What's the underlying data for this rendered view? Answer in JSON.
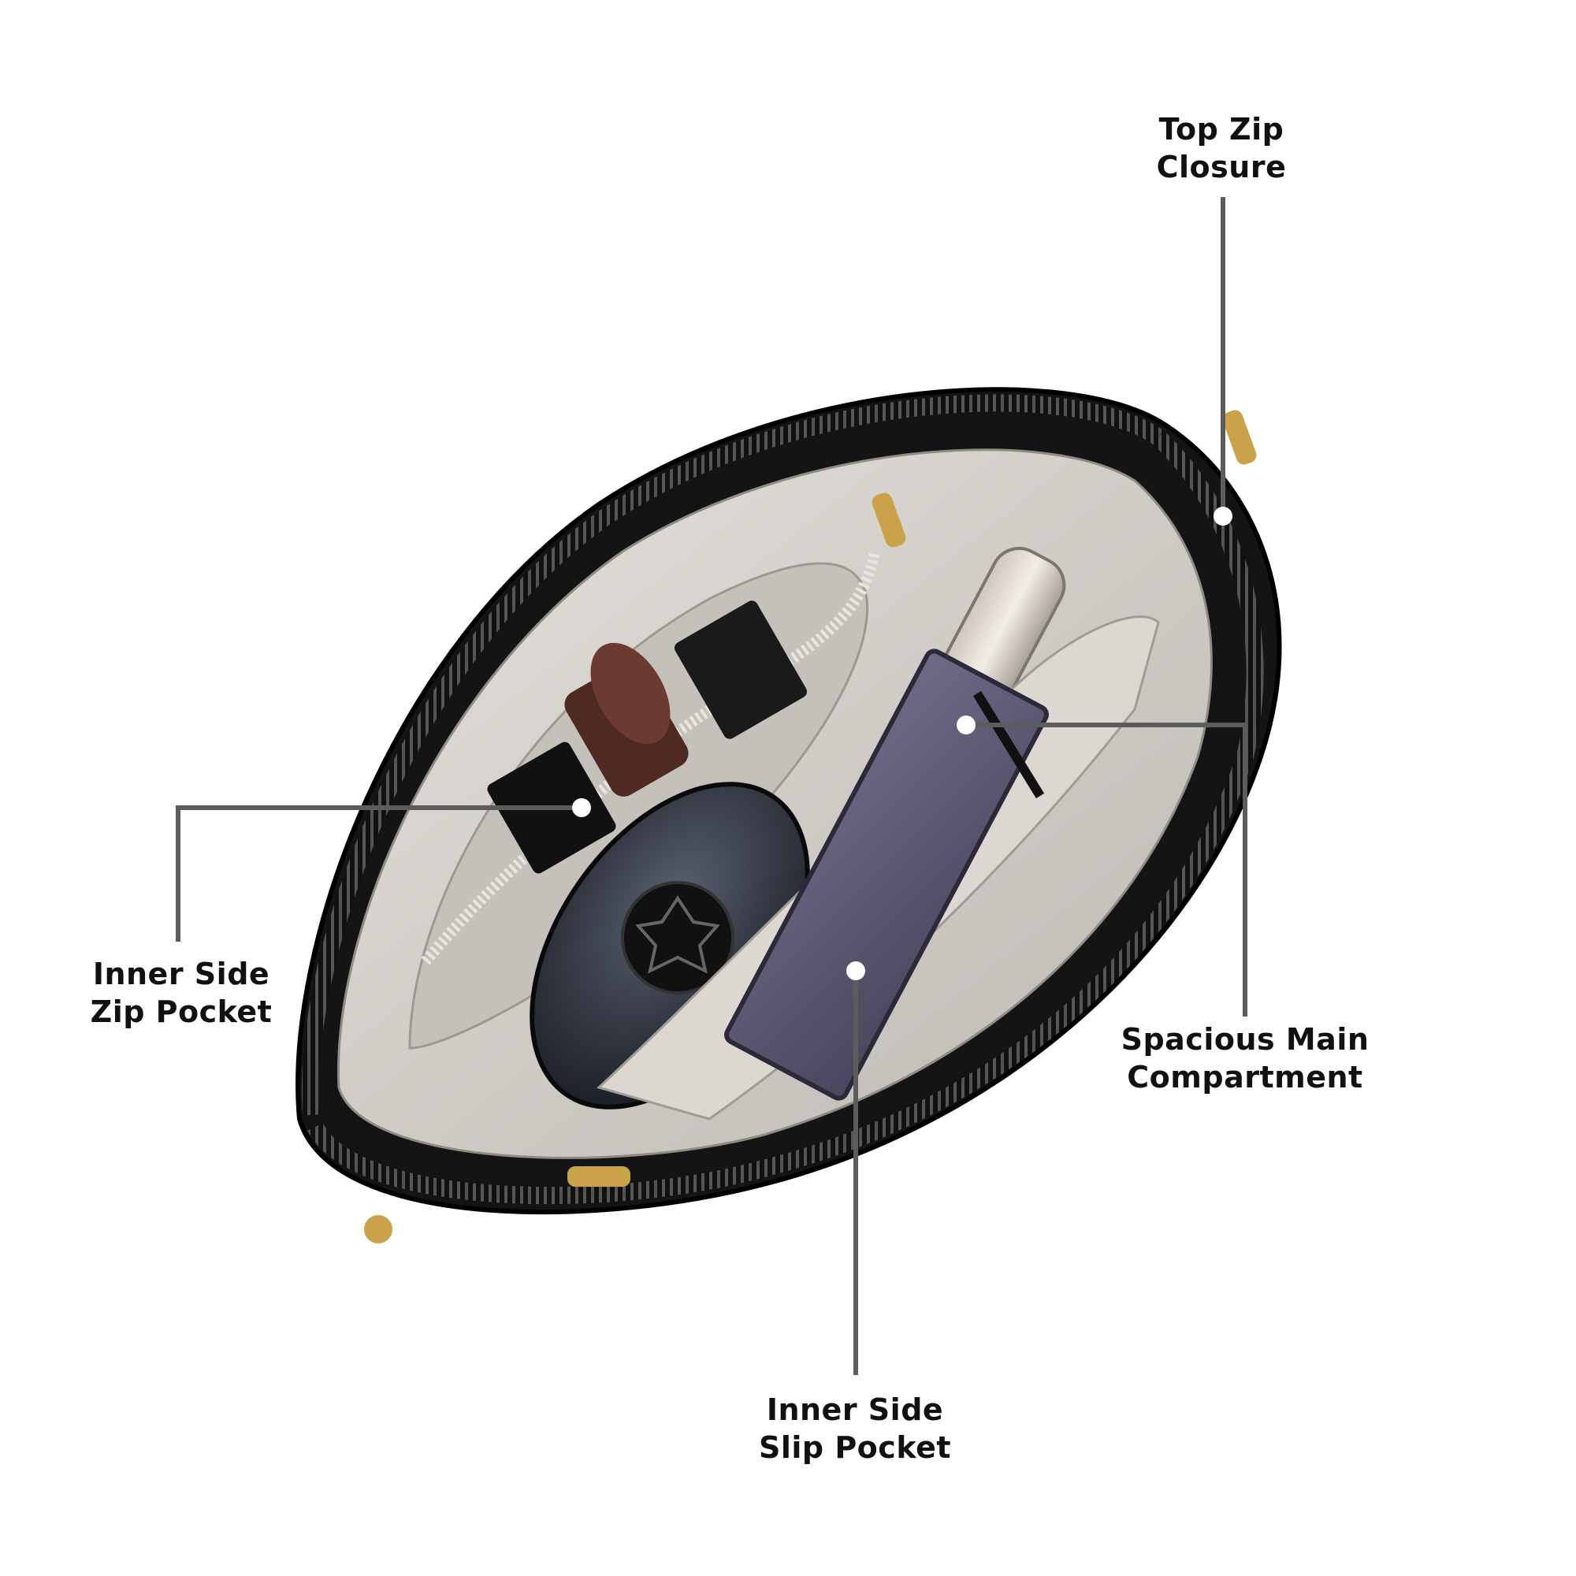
{
  "callouts": {
    "top_zip": {
      "line1": "Top Zip",
      "line2": "Closure"
    },
    "zip_pocket": {
      "line1": "Inner Side",
      "line2": "Zip Pocket"
    },
    "main_compartment": {
      "line1": "Spacious Main",
      "line2": "Compartment"
    },
    "slip_pocket": {
      "line1": "Inner Side",
      "line2": "Slip Pocket"
    }
  },
  "colors": {
    "background": "#ffffff",
    "label_text": "#111111",
    "leader_line": "#5c5c5c",
    "marker_dot": "#ffffff",
    "bag_body": "#141414",
    "lining": "#d6d3cd"
  }
}
